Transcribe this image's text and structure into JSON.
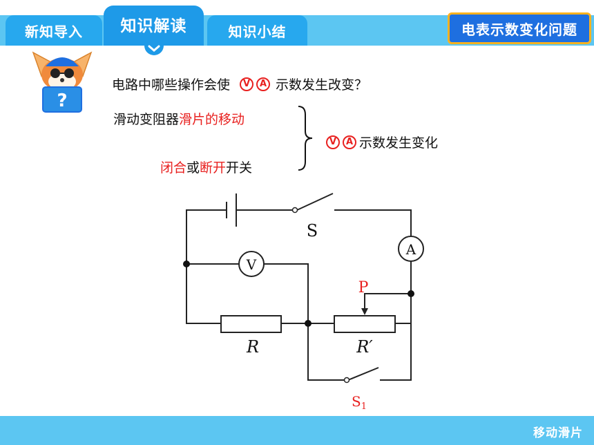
{
  "tabs": [
    {
      "label": "新知导入"
    },
    {
      "label": "知识解读"
    },
    {
      "label": "知识小结"
    }
  ],
  "topic": "电表示数变化问题",
  "question": {
    "prefix": "电路中哪些操作会使",
    "meter_v": "V",
    "meter_a": "A",
    "suffix": "示数发生改变？"
  },
  "operation_1": {
    "normal": "滑动变阻器",
    "highlight": "滑片的移动"
  },
  "operation_2": {
    "highlight_1": "闭合",
    "normal_1": "或",
    "highlight_2": "断开",
    "normal_2": "开关"
  },
  "result": {
    "meter_v": "V",
    "meter_a": "A",
    "text": "示数发生变化"
  },
  "circuit": {
    "switch_s": "S",
    "ammeter": "A",
    "voltmeter": "V",
    "slider": "P",
    "resistor_r": "R",
    "rheostat": "R′",
    "switch_s1": "S",
    "switch_s1_sub": "1"
  },
  "footer": {
    "label": "移动滑片"
  },
  "colors": {
    "accent_red": "#e8201f",
    "bar_blue": "#5cc6f2",
    "tab_blue": "#27a8ee",
    "badge_blue": "#1e6fe0",
    "badge_border": "#ffb21e"
  }
}
